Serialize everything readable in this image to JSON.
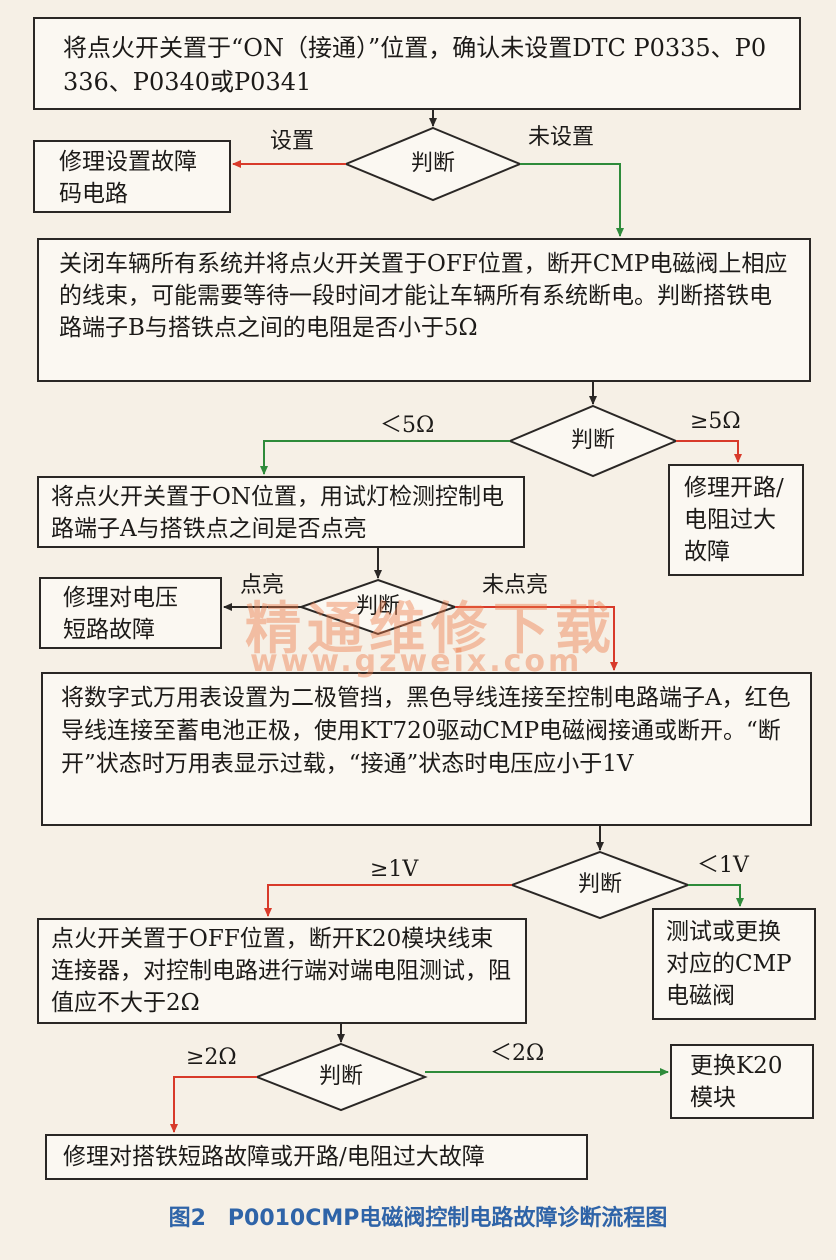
{
  "nodes": {
    "step1": "将点火开关置于“ON（接通）”位置，确认未设置DTC P0335、P0336、P0340或P0341",
    "repair_dtc": "修理设置故障码电路",
    "step2": "关闭车辆所有系统并将点火开关置于OFF位置，断开CMP电磁阀上相应的线束，可能需要等待一段时间才能让车辆所有系统断电。判断搭铁电路端子B与搭铁点之间的电阻是否小于5Ω",
    "repair_open": "修理开路/电阻过大故障",
    "step3": "将点火开关置于ON位置，用试灯检测控制电路端子A与搭铁点之间是否点亮",
    "repair_short_voltage": "修理对电压短路故障",
    "step4": "将数字式万用表设置为二极管挡，黑色导线连接至控制电路端子A，红色导线连接至蓄电池正极，使用KT720驱动CMP电磁阀接通或断开。“断开”状态时万用表显示过载，“接通”状态时电压应小于1V",
    "replace_cmp": "测试或更换对应的CMP电磁阀",
    "step5": "点火开关置于OFF位置，断开K20模块线束连接器，对控制电路进行端对端电阻测试，阻值应不大于2Ω",
    "replace_k20": "更换K20模块",
    "repair_ground": "修理对搭铁短路故障或开路/电阻过大故障"
  },
  "decisions": {
    "d1": "判断",
    "d2": "判断",
    "d3": "判断",
    "d4": "判断",
    "d5": "判断"
  },
  "edges": {
    "set": "设置",
    "not_set": "未设置",
    "lt5": "＜5Ω",
    "ge5": "≥5Ω",
    "lit": "点亮",
    "not_lit": "未点亮",
    "ge1v": "≥1V",
    "lt1v": "＜1V",
    "ge2": "≥2Ω",
    "lt2": "＜2Ω"
  },
  "watermark": {
    "text": "精通维修下载",
    "url": "www.gzweix.com"
  },
  "caption": "图2　P0010CMP电磁阀控制电路故障诊断流程图",
  "colors": {
    "red": "#d83a2a",
    "green": "#2e8b3a",
    "dark": "#2a2725",
    "caption": "#2f64a8"
  }
}
